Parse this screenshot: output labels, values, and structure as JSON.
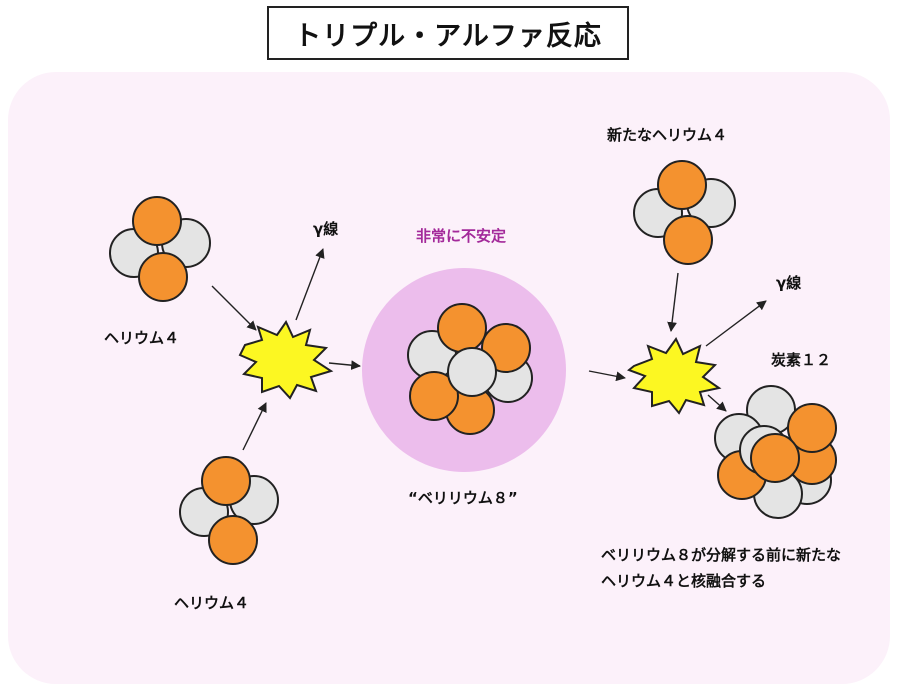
{
  "title": "トリプル・アルファ反応",
  "labels": {
    "helium_top": "ヘリウム４",
    "helium_bottom": "ヘリウム４",
    "gamma_left": "γ線",
    "unstable": "非常に不安定",
    "beryllium": "“ベリリウム８”",
    "new_helium": "新たなヘリウム４",
    "gamma_right": "γ線",
    "carbon": "炭素１２",
    "note_line1": "ベリリウム８が分解する前に新たな",
    "note_line2": "ヘリウム４と核融合する"
  },
  "colors": {
    "proton": "#f4922f",
    "neutron": "#e4e4e4",
    "burst": "#fcf722",
    "unstable_glow": "#ecbdec",
    "panel": "#fcf1fa",
    "accent_text": "#a3299a"
  }
}
